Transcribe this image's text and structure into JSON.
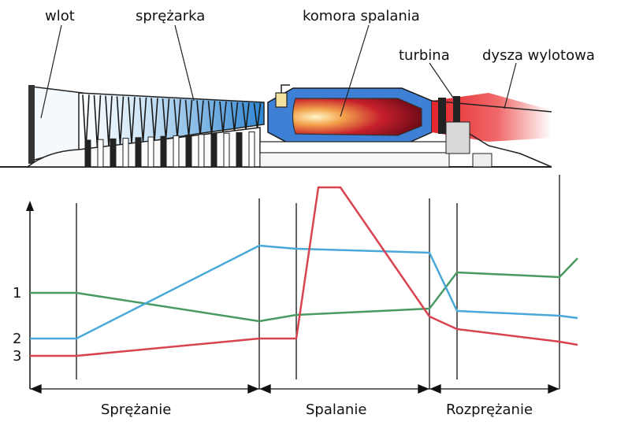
{
  "engine": {
    "labels": {
      "inlet": "wlot",
      "compressor": "sprężarka",
      "combustor": "komora spalania",
      "turbine": "turbina",
      "nozzle": "dysza wylotowa"
    }
  },
  "graph": {
    "y_ticks": [
      "1",
      "2",
      "3"
    ],
    "phases": [
      "Sprężanie",
      "Spalanie",
      "Rozprężanie"
    ],
    "colors": {
      "green": "#4a9a63",
      "blue": "#49a8d8",
      "red": "#d9434f"
    },
    "chart_data": {
      "type": "line",
      "series": [
        {
          "color": "green",
          "y_labelled": "1"
        },
        {
          "color": "blue",
          "y_labelled": "2"
        },
        {
          "color": "red",
          "y_labelled": "3"
        }
      ]
    }
  }
}
